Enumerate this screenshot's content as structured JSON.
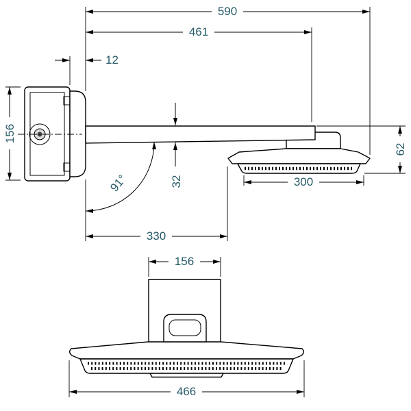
{
  "side_view": {
    "dim_overall_depth": "590",
    "dim_arm_depth": "461",
    "dim_flange_depth": "12",
    "dim_plate_height": "156",
    "dim_arm_angle": "91°",
    "dim_arm_thickness": "32",
    "dim_wall_to_head": "330",
    "dim_head_drop": "62",
    "dim_head_depth": "300"
  },
  "front_view": {
    "dim_connector_width": "156",
    "dim_head_width": "466"
  },
  "colors": {
    "dimension_text": "#275b68",
    "outline": "#000000"
  }
}
